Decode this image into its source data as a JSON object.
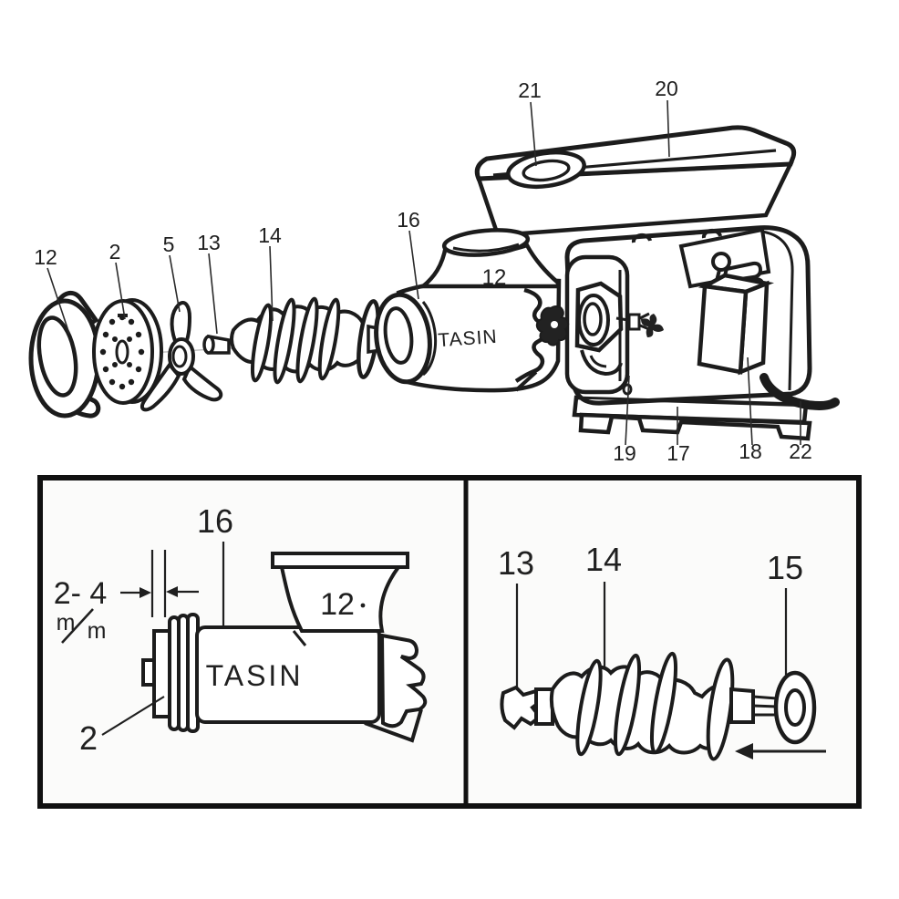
{
  "exploded": {
    "callouts": {
      "c12": "12",
      "c2": "2",
      "c5": "5",
      "c13": "13",
      "c14": "14",
      "c16": "16",
      "c21": "21",
      "c20": "20",
      "c19": "19",
      "c17": "17",
      "c18": "18",
      "c22": "22"
    },
    "head": {
      "number": "12",
      "brand": "TASIN"
    }
  },
  "detail_left": {
    "c16": "16",
    "dimension": "2- 4",
    "unit_top": "m",
    "unit_bottom": "m",
    "head_number": "12",
    "brand": "TASIN",
    "c2": "2"
  },
  "detail_right": {
    "c13": "13",
    "c14": "14",
    "c15": "15"
  },
  "colors": {
    "ink": "#1c1c1c",
    "paper": "#ffffff"
  }
}
